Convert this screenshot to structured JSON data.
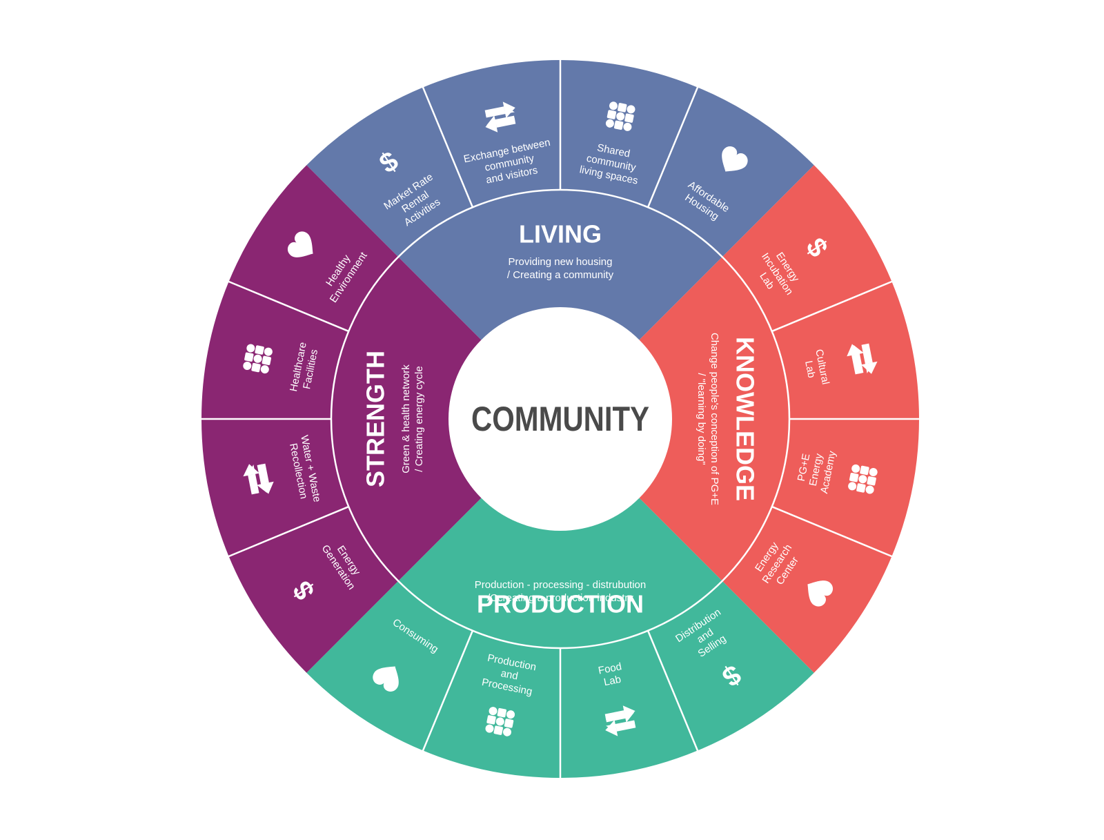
{
  "center": {
    "title": "COMMUNITY"
  },
  "colors": {
    "living": "#6379aa",
    "knowledge": "#ee5d5a",
    "production": "#41b89b",
    "strength": "#8a2672",
    "center": "#ffffff",
    "center_text": "#4a4a4a",
    "divider": "#ffffff"
  },
  "sectors": [
    {
      "key": "living",
      "title": "LIVING",
      "subtitle": [
        "Providing new housing",
        "/ Creating a community"
      ],
      "items": [
        {
          "label": [
            "Market Rate",
            "Rental",
            "Activities"
          ],
          "icon": "dollar-icon"
        },
        {
          "label": [
            "Exchange between",
            "community",
            "and visitors"
          ],
          "icon": "exchange-arrows-icon"
        },
        {
          "label": [
            "Shared",
            "community",
            "living spaces"
          ],
          "icon": "people-group-icon"
        },
        {
          "label": [
            "Affordable",
            "Housing"
          ],
          "icon": "heart-icon"
        }
      ]
    },
    {
      "key": "knowledge",
      "title": "KNOWLEDGE",
      "subtitle": [
        "Change people's conception of PG+E",
        "/ \"learning by doing\""
      ],
      "items": [
        {
          "label": [
            "Energy",
            "Incubation",
            "Lab"
          ],
          "icon": "dollar-icon"
        },
        {
          "label": [
            "Cultural",
            "Lab"
          ],
          "icon": "exchange-arrows-icon"
        },
        {
          "label": [
            "PG+E",
            "Energy",
            "Academy"
          ],
          "icon": "people-group-icon"
        },
        {
          "label": [
            "Energy",
            "Research",
            "Center"
          ],
          "icon": "heart-icon"
        }
      ]
    },
    {
      "key": "production",
      "title": "PRODUCTION",
      "subtitle": [
        "Production - processing - distrubution",
        "/Ccreating a production industry"
      ],
      "items": [
        {
          "label": [
            "Distribution",
            "and",
            "Selling"
          ],
          "icon": "dollar-icon"
        },
        {
          "label": [
            "Food",
            "Lab"
          ],
          "icon": "exchange-arrows-icon"
        },
        {
          "label": [
            "Production",
            "and",
            "Processing"
          ],
          "icon": "people-group-icon"
        },
        {
          "label": [
            "Consuming"
          ],
          "icon": "heart-icon"
        }
      ]
    },
    {
      "key": "strength",
      "title": "STRENGTH",
      "subtitle": [
        "Green & health network",
        "/ Creating energy cycle"
      ],
      "items": [
        {
          "label": [
            "Energy",
            "Generation"
          ],
          "icon": "dollar-icon"
        },
        {
          "label": [
            "Water + Waste",
            "Recollection"
          ],
          "icon": "exchange-arrows-icon"
        },
        {
          "label": [
            "Healthcare",
            "Facilities"
          ],
          "icon": "people-group-icon"
        },
        {
          "label": [
            "Healthy",
            "Environment"
          ],
          "icon": "heart-icon"
        }
      ]
    }
  ]
}
